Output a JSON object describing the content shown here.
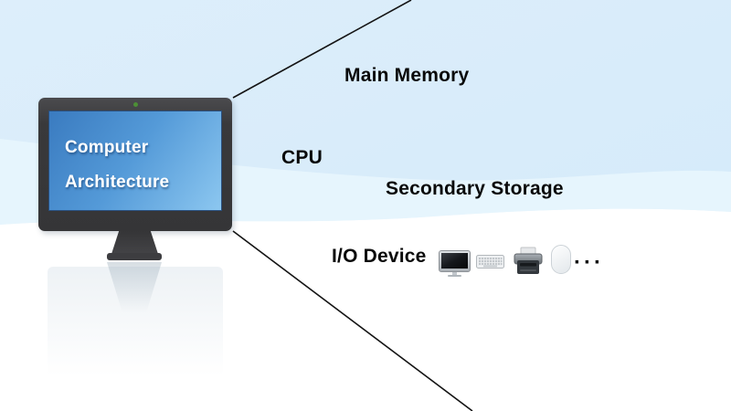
{
  "slide": {
    "description": "Computer Architecture lecture diagram with monitor and hardware component labels"
  },
  "monitor": {
    "screen_line1": "Computer",
    "screen_line2": "Architecture"
  },
  "labels": {
    "main_memory": "Main Memory",
    "cpu": "CPU",
    "secondary_storage": "Secondary Storage",
    "io_device": "I/O Device",
    "ellipsis": "···"
  },
  "io_icons": [
    {
      "name": "desktop-monitor-icon"
    },
    {
      "name": "keyboard-icon"
    },
    {
      "name": "printer-icon"
    },
    {
      "name": "mouse-icon"
    }
  ],
  "colors": {
    "background_top": "#ddeefb",
    "wave_band": "#e7f6fd",
    "background_bottom": "#ffffff",
    "bezel": "#3b3b3d",
    "camera_dot": "#4c8f35",
    "screen_gradient_start": "#3a7bc0",
    "screen_gradient_end": "#8cc7f0",
    "screen_text": "#ffffff",
    "label_text": "#0a0a0a",
    "connector_line": "#141414"
  }
}
